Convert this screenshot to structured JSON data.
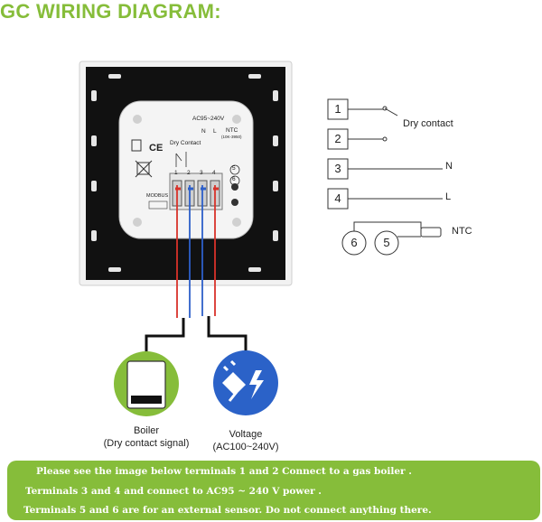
{
  "title": "GC WIRING DIAGRAM:",
  "device": {
    "dry_contact_label": "Dry Contact",
    "power_label": "AC95~240V",
    "n_label": "N",
    "l_label": "L",
    "ntc_label": "NTC",
    "ntc_sub": "(10K-3950)",
    "modbus_label": "MODBUS",
    "terminal_numbers": [
      "1",
      "2",
      "3",
      "4"
    ],
    "sensor_terminals": [
      "5",
      "6"
    ]
  },
  "schematic": {
    "terminals": [
      "1",
      "2",
      "3",
      "4"
    ],
    "dry_contact": "Dry contact",
    "n": "N",
    "l": "L",
    "sensor_circles": [
      "6",
      "5"
    ],
    "ntc": "NTC"
  },
  "boiler": {
    "label": "Boiler",
    "sublabel": "(Dry contact signal)"
  },
  "voltage": {
    "label": "Voltage",
    "sublabel": "(AC100~240V)"
  },
  "notes": [
    "Please see the image below terminals 1 and 2 Connect to a gas boiler .",
    "Terminals 3 and 4 and connect to AC95 ~ 240 V power .",
    "Terminals 5 and 6 are for an external sensor. Do not connect anything there."
  ],
  "colors": {
    "accent_green": "#86bd3a",
    "wire_red": "#d8322a",
    "wire_blue": "#2d5fc9",
    "icon_blue": "#2b62c8"
  },
  "icons": {
    "boiler": "boiler-icon",
    "voltage": "plug-bolt-icon"
  }
}
